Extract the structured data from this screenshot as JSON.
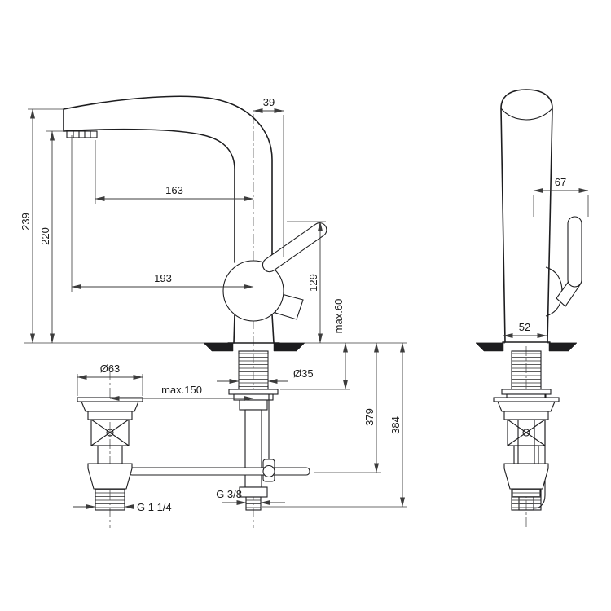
{
  "diagram": {
    "type": "technical dimension drawing",
    "subject": "Single-lever basin mixer with pop-up waste, front and side elevations",
    "units": "mm",
    "front_view": {
      "spout_top_offset": "39",
      "spout_reach": "163",
      "overall_reach": "193",
      "overall_height": "239",
      "spout_outlet_height": "220",
      "handle_height": "129",
      "max_deck_thickness": "max.60",
      "waste_flange_diameter": "Ø63",
      "max_waste_distance": "max.150",
      "tap_hole_diameter": "Ø35",
      "hose_length_inner": "379",
      "hose_length_outer": "384",
      "waste_thread": "G 1 1/4",
      "supply_thread": "G 3/8"
    },
    "side_view": {
      "depth_with_handle": "67",
      "body_depth": "52"
    }
  }
}
